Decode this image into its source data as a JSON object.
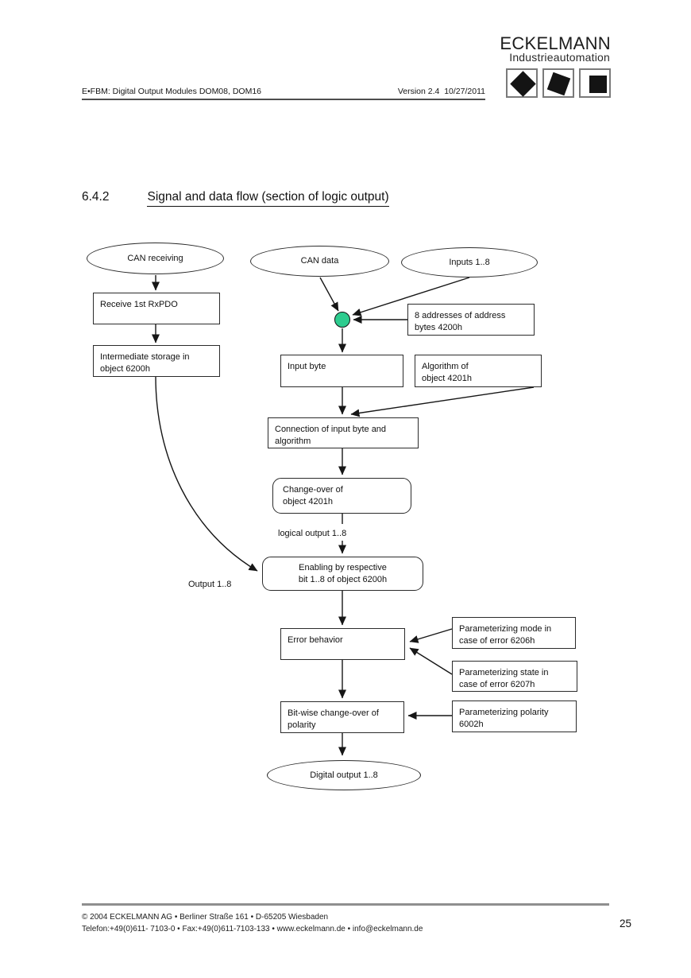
{
  "logo": {
    "brand": "ECKELMANN",
    "subtitle": "Industrieautomation"
  },
  "header": {
    "doc_title": "E•FBM: Digital Output Modules DOM08, DOM16",
    "version": "Version 2.4  10/27/2011"
  },
  "section": {
    "number": "6.4.2",
    "title": "Signal and data flow (section of logic output)"
  },
  "flowchart": {
    "junction_color": "#2ecc8f",
    "nodes": {
      "can_receiving": "CAN receiving",
      "can_data": "CAN data",
      "inputs": "Inputs 1..8",
      "receive_rxpdo": "Receive 1st RxPDO",
      "addresses": [
        "8 addresses of address",
        "bytes 4200h"
      ],
      "intermediate": [
        "Intermediate storage in",
        "object 6200h"
      ],
      "input_byte": "Input byte",
      "algorithm": [
        "Algorithm of",
        "object 4201h"
      ],
      "connection": [
        "Connection of input byte and",
        "algorithm"
      ],
      "change_over": [
        "Change-over of",
        "object 4201h"
      ],
      "enabling": [
        "Enabling by respective",
        "bit 1..8 of object 6200h"
      ],
      "error_behavior": "Error behavior",
      "param_mode": [
        "Parameterizing mode in",
        "case of error 6206h"
      ],
      "param_state": [
        "Parameterizing state in",
        "case of error 6207h"
      ],
      "bitwise": [
        "Bit-wise change-over of",
        "polarity"
      ],
      "param_polarity": [
        "Parameterizing polarity",
        "6002h"
      ],
      "digital_output": "Digital output 1..8"
    },
    "labels": {
      "logical_output": "logical output 1..8",
      "output": "Output 1..8"
    }
  },
  "footer": {
    "line1": "©  2004 ECKELMANN AG • Berliner Straße 161 • D-65205 Wiesbaden",
    "line2": "Telefon:+49(0)611- 7103-0 • Fax:+49(0)611-7103-133 • www.eckelmann.de • info@eckelmann.de",
    "page_number": "25"
  }
}
